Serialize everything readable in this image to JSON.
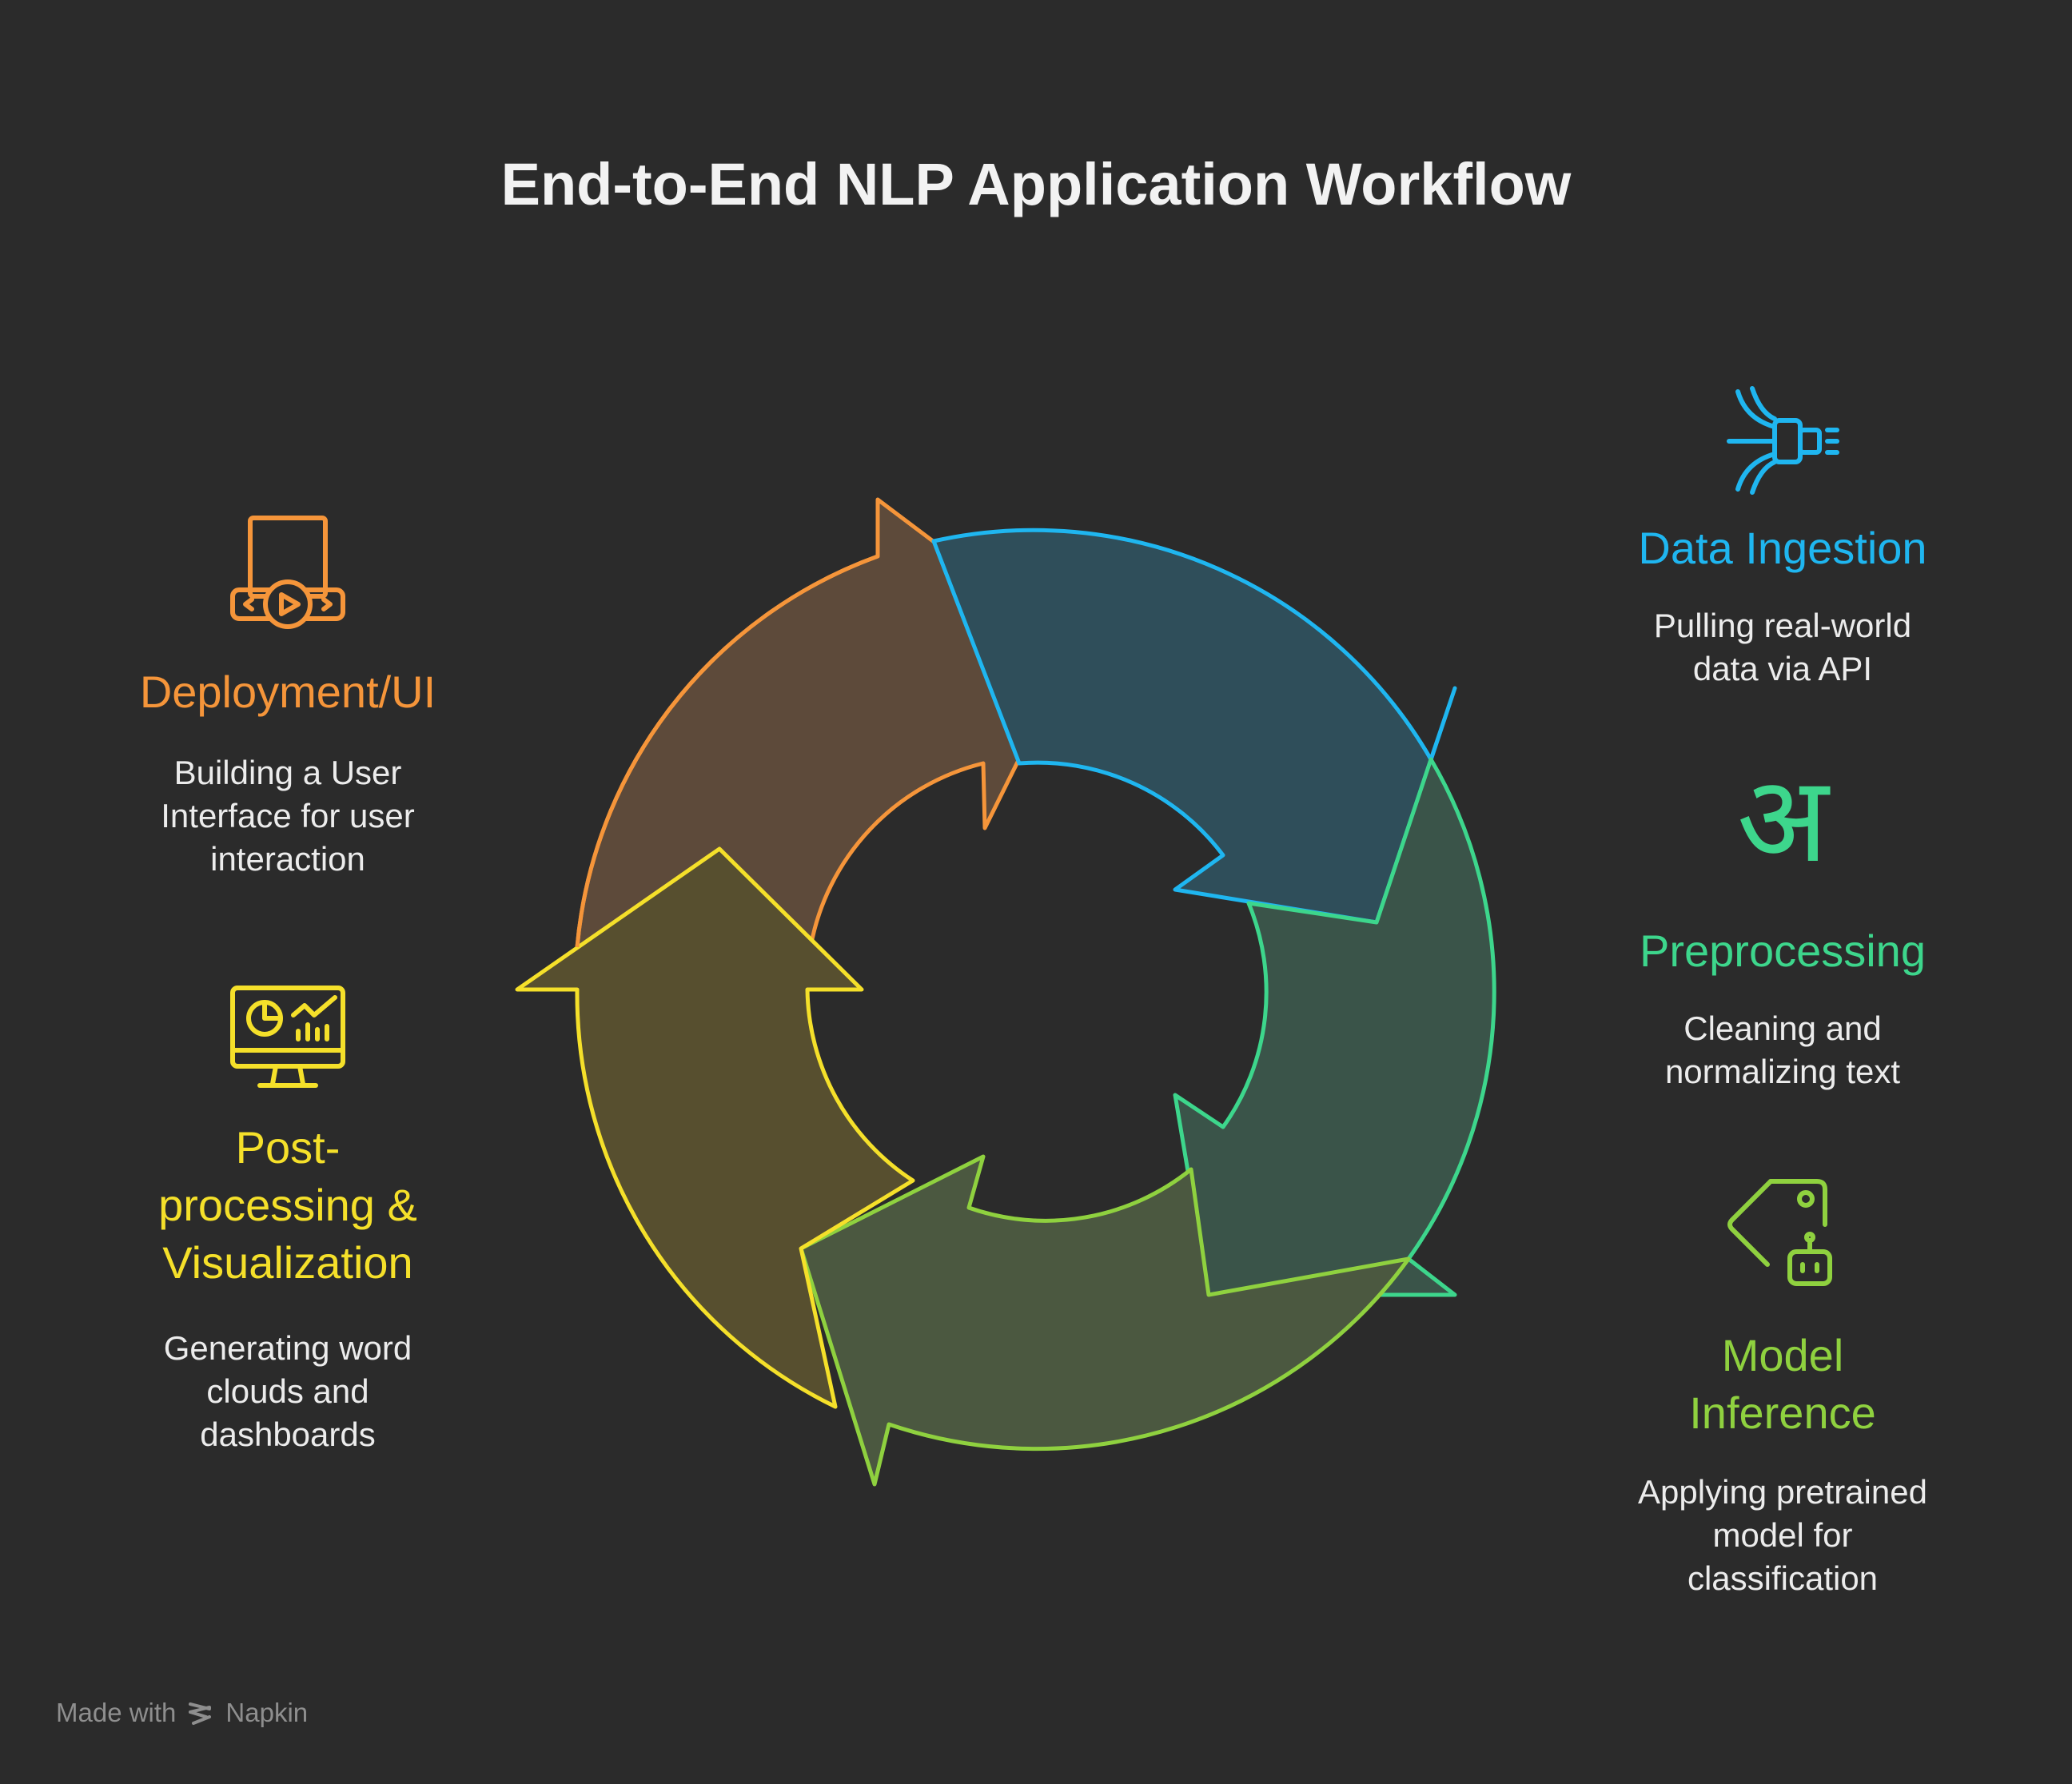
{
  "title": "End-to-End NLP Application Workflow",
  "steps": [
    {
      "id": "data-ingestion",
      "title": "Data Ingestion",
      "description": "Pulling real-world\ndata via API",
      "color": "#1fb6f0",
      "icon": "api-connector-icon"
    },
    {
      "id": "preprocessing",
      "title": "Preprocessing",
      "description": "Cleaning and\nnormalizing text",
      "color": "#3dd68c",
      "icon": "devanagari-letter-icon",
      "icon_glyph": "अ"
    },
    {
      "id": "model-inference",
      "title": "Model\nInference",
      "description": "Applying pretrained\nmodel for\nclassification",
      "color": "#8fd13f",
      "icon": "robot-tag-icon"
    },
    {
      "id": "post-processing",
      "title": "Post-\nprocessing &\nVisualization",
      "description": "Generating word\nclouds and\ndashboards",
      "color": "#f5e02a",
      "icon": "dashboard-monitor-icon"
    },
    {
      "id": "deployment",
      "title": "Deployment/UI",
      "description": "Building a User\nInterface for user\ninteraction",
      "color": "#f5953a",
      "icon": "video-player-icon"
    }
  ],
  "footer": {
    "prefix": "Made with",
    "brand": "Napkin"
  }
}
